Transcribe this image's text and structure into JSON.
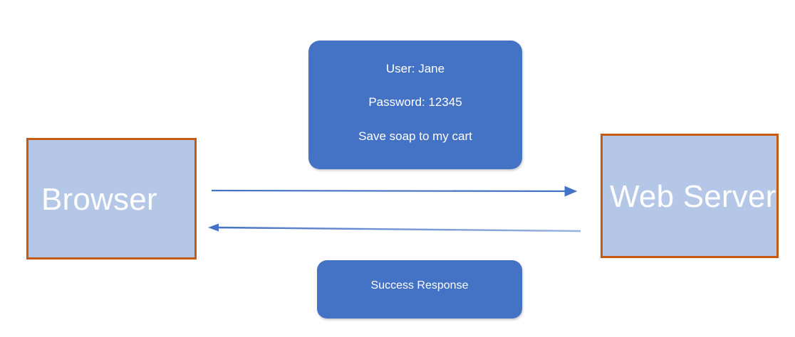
{
  "diagram": {
    "title": "Browser to Web Server request and response flow",
    "background_color": "#ffffff",
    "colors": {
      "node_fill": "#b4c7e7",
      "node_border": "#c55a11",
      "bubble_fill": "#4472c4",
      "arrow": "#4472c4",
      "text_on_fill": "#ffffff"
    },
    "nodes": [
      {
        "id": "browser",
        "label": "Browser"
      },
      {
        "id": "web-server",
        "label": "Web Server"
      }
    ],
    "request_bubble": {
      "lines": [
        "User: Jane",
        "Password: 12345",
        "Save soap to my cart"
      ]
    },
    "response_bubble": {
      "lines": [
        "Success Response"
      ]
    },
    "arrows": [
      {
        "id": "request-arrow",
        "direction": "browser-to-server",
        "label": "",
        "head": "right"
      },
      {
        "id": "response-arrow",
        "direction": "server-to-browser",
        "label": "",
        "head": "left"
      }
    ]
  }
}
